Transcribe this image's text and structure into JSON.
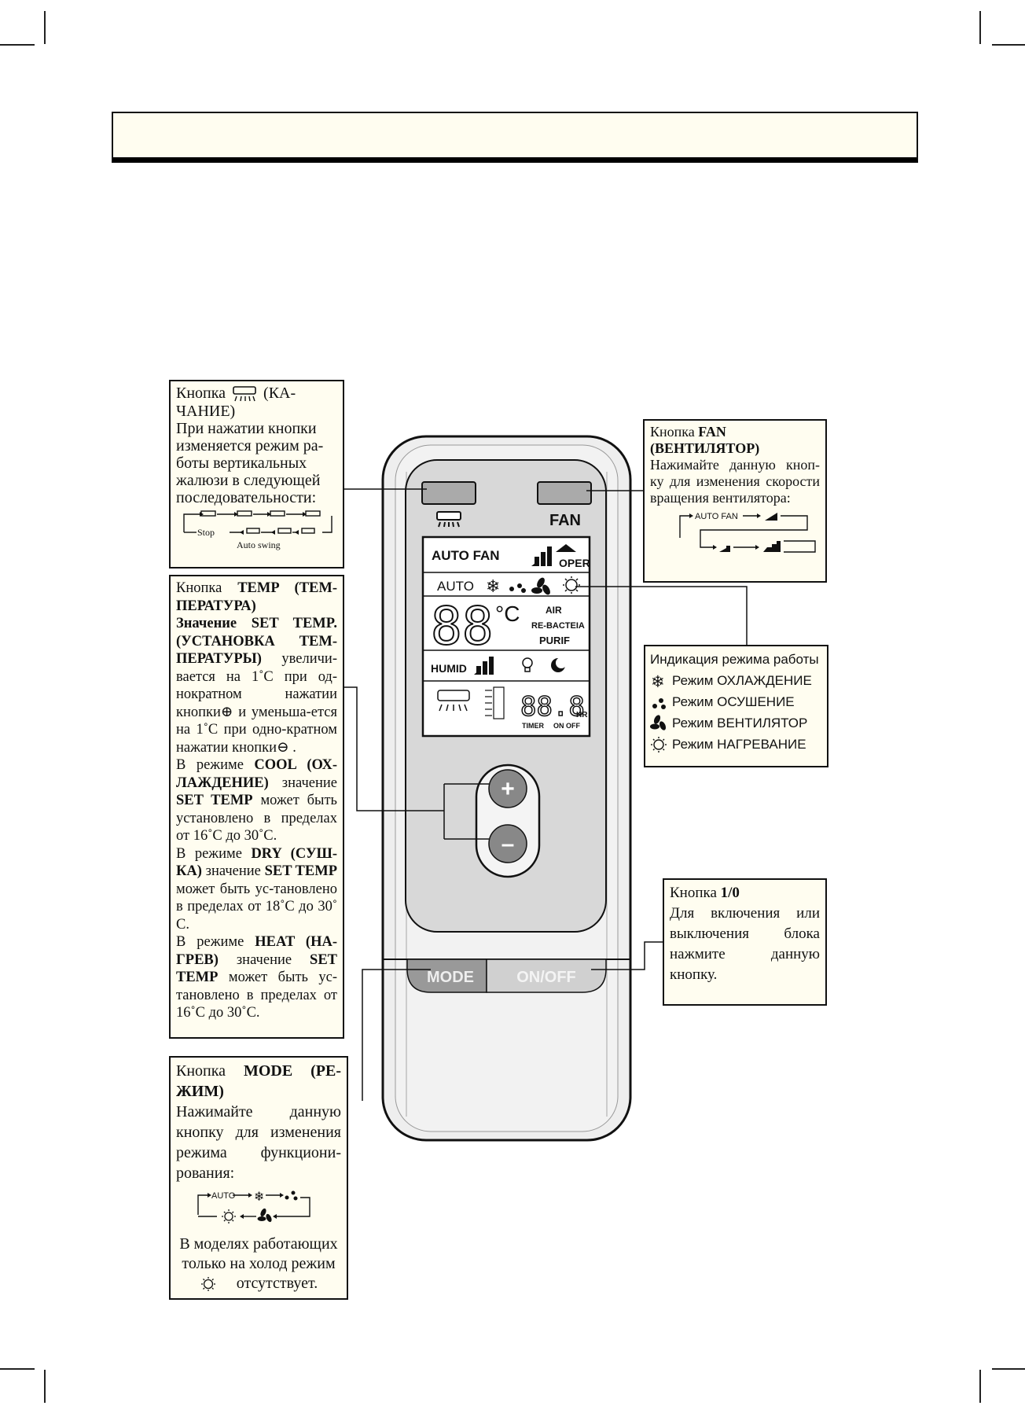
{
  "callouts": {
    "swing": {
      "title_a": "Кнопка",
      "title_b": "(КА-",
      "title_c": "ЧАНИЕ)",
      "body": "При нажатии кнопки изменяется режим ра-боты вертикальных жалюзи в следующей последовательности:",
      "stop_label": "Stop",
      "auto_swing_label": "Auto swing"
    },
    "fan": {
      "title_a": "Кнопка",
      "title_b": "FAN",
      "title_c": "(ВЕНТИЛЯТОР)",
      "body": "Нажимайте данную кноп-ку для изменения скорости вращения вентилятора:",
      "auto_fan_label": "AUTO FAN"
    },
    "temp": {
      "title_a": "Кнопка",
      "title_b": "TEMP (ТЕМ-ПЕРАТУРА)",
      "p1_bold": "Значение SET TEMP. (УСТАНОВКА ТЕМ-ПЕРАТУРЫ)",
      "p1_text": "увеличи-вается на 1˚C при од-нократном нажатии кнопки⊕ и уменьша-ется на 1˚C при одно-кратном нажатии кнопки⊖ .",
      "p2_a": "В режиме",
      "p2_bold": "COOL (ОХ-ЛАЖДЕНИЕ)",
      "p2_b": "значение",
      "p2_bold2": "SET TEMP",
      "p2_c": "может быть установлено в пределах от 16˚C до 30˚C.",
      "p3_a": "В режиме",
      "p3_bold": "DRY (СУШ-КА)",
      "p3_b": "значение",
      "p3_bold2": "SET TEMP",
      "p3_c": "может быть ус-тановлено в пределах от 18˚C до 30˚ C.",
      "p4_a": "В режиме",
      "p4_bold": "HEAT (НА-ГРЕВ)",
      "p4_b": "значение",
      "p4_bold2": "SET TEMP",
      "p4_c": "может быть ус-тановлено в пределах от 16˚C до 30˚C."
    },
    "mode_indication": {
      "title": "Индикация режима работы",
      "items": [
        "Режим ОХЛАЖДЕНИЕ",
        "Режим ОСУШЕНИЕ",
        "Режим ВЕНТИЛЯТОР",
        "Режим НАГРЕВАНИЕ"
      ]
    },
    "onoff": {
      "title_a": "Кнопка",
      "title_b": "1/0",
      "body": "Для включения или выключения блока нажмите данную кнопку."
    },
    "mode": {
      "title_a": "Кнопка",
      "title_b": "MODE (РЕ-ЖИМ)",
      "body": "Нажимайте данную кнопку для изменения режима функциони-рования:",
      "auto_label": "AUTO",
      "note_a": "В моделях работающих только на холод режим",
      "note_b": "отсутствует."
    }
  },
  "remote": {
    "fan_label": "FAN",
    "lcd": {
      "auto_fan": "AUTO  FAN",
      "oper": "OPER",
      "auto": "AUTO",
      "temp_digits": "88",
      "deg_c": "°C",
      "air": "AIR",
      "rebacteia": "RE-BACTEIA",
      "purif": "PURIF",
      "humid": "HUMID",
      "timer_digits": "88.8",
      "hr": "HR",
      "timer": "TIMER",
      "onoff": "ON OFF"
    },
    "plus": "+",
    "minus": "–",
    "mode_button": "MODE",
    "onoff_button": "ON/OFF"
  }
}
